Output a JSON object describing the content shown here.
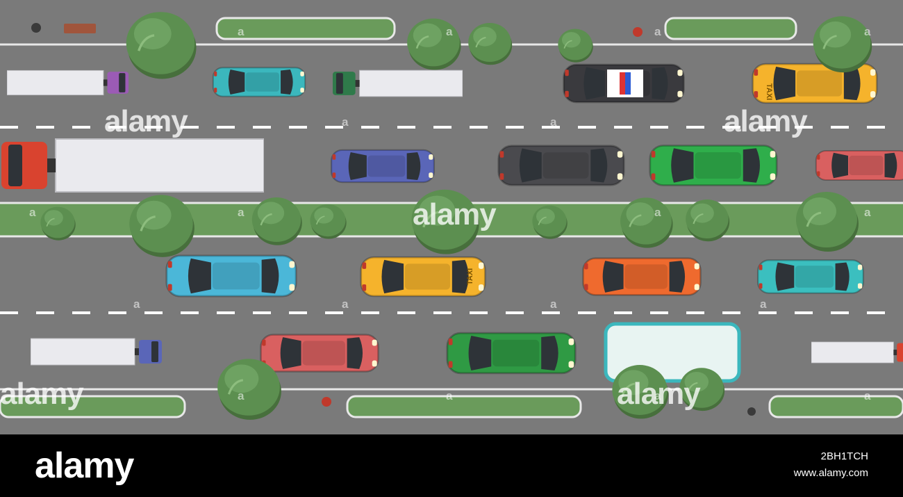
{
  "watermark": {
    "brand": "alamy",
    "small_mark": "a"
  },
  "footer": {
    "logo": "alamy",
    "image_id": "2BH1TCH",
    "url": "www.alamy.com"
  },
  "vehicles": {
    "taxi_sign": "TAXI"
  },
  "colors": {
    "road": "#7a7a7a",
    "median_grass": "#6a9b5b",
    "lane_marking": "#ffffff",
    "tree": "#5c8f50",
    "taxi": "#f5b32c",
    "police": "#3a3a3e"
  },
  "icons": [
    "tree-icon",
    "car-icon",
    "truck-icon",
    "bus-icon",
    "police-car-icon",
    "taxi-icon",
    "fire-hydrant-icon",
    "lamp-post-icon",
    "bench-icon"
  ]
}
